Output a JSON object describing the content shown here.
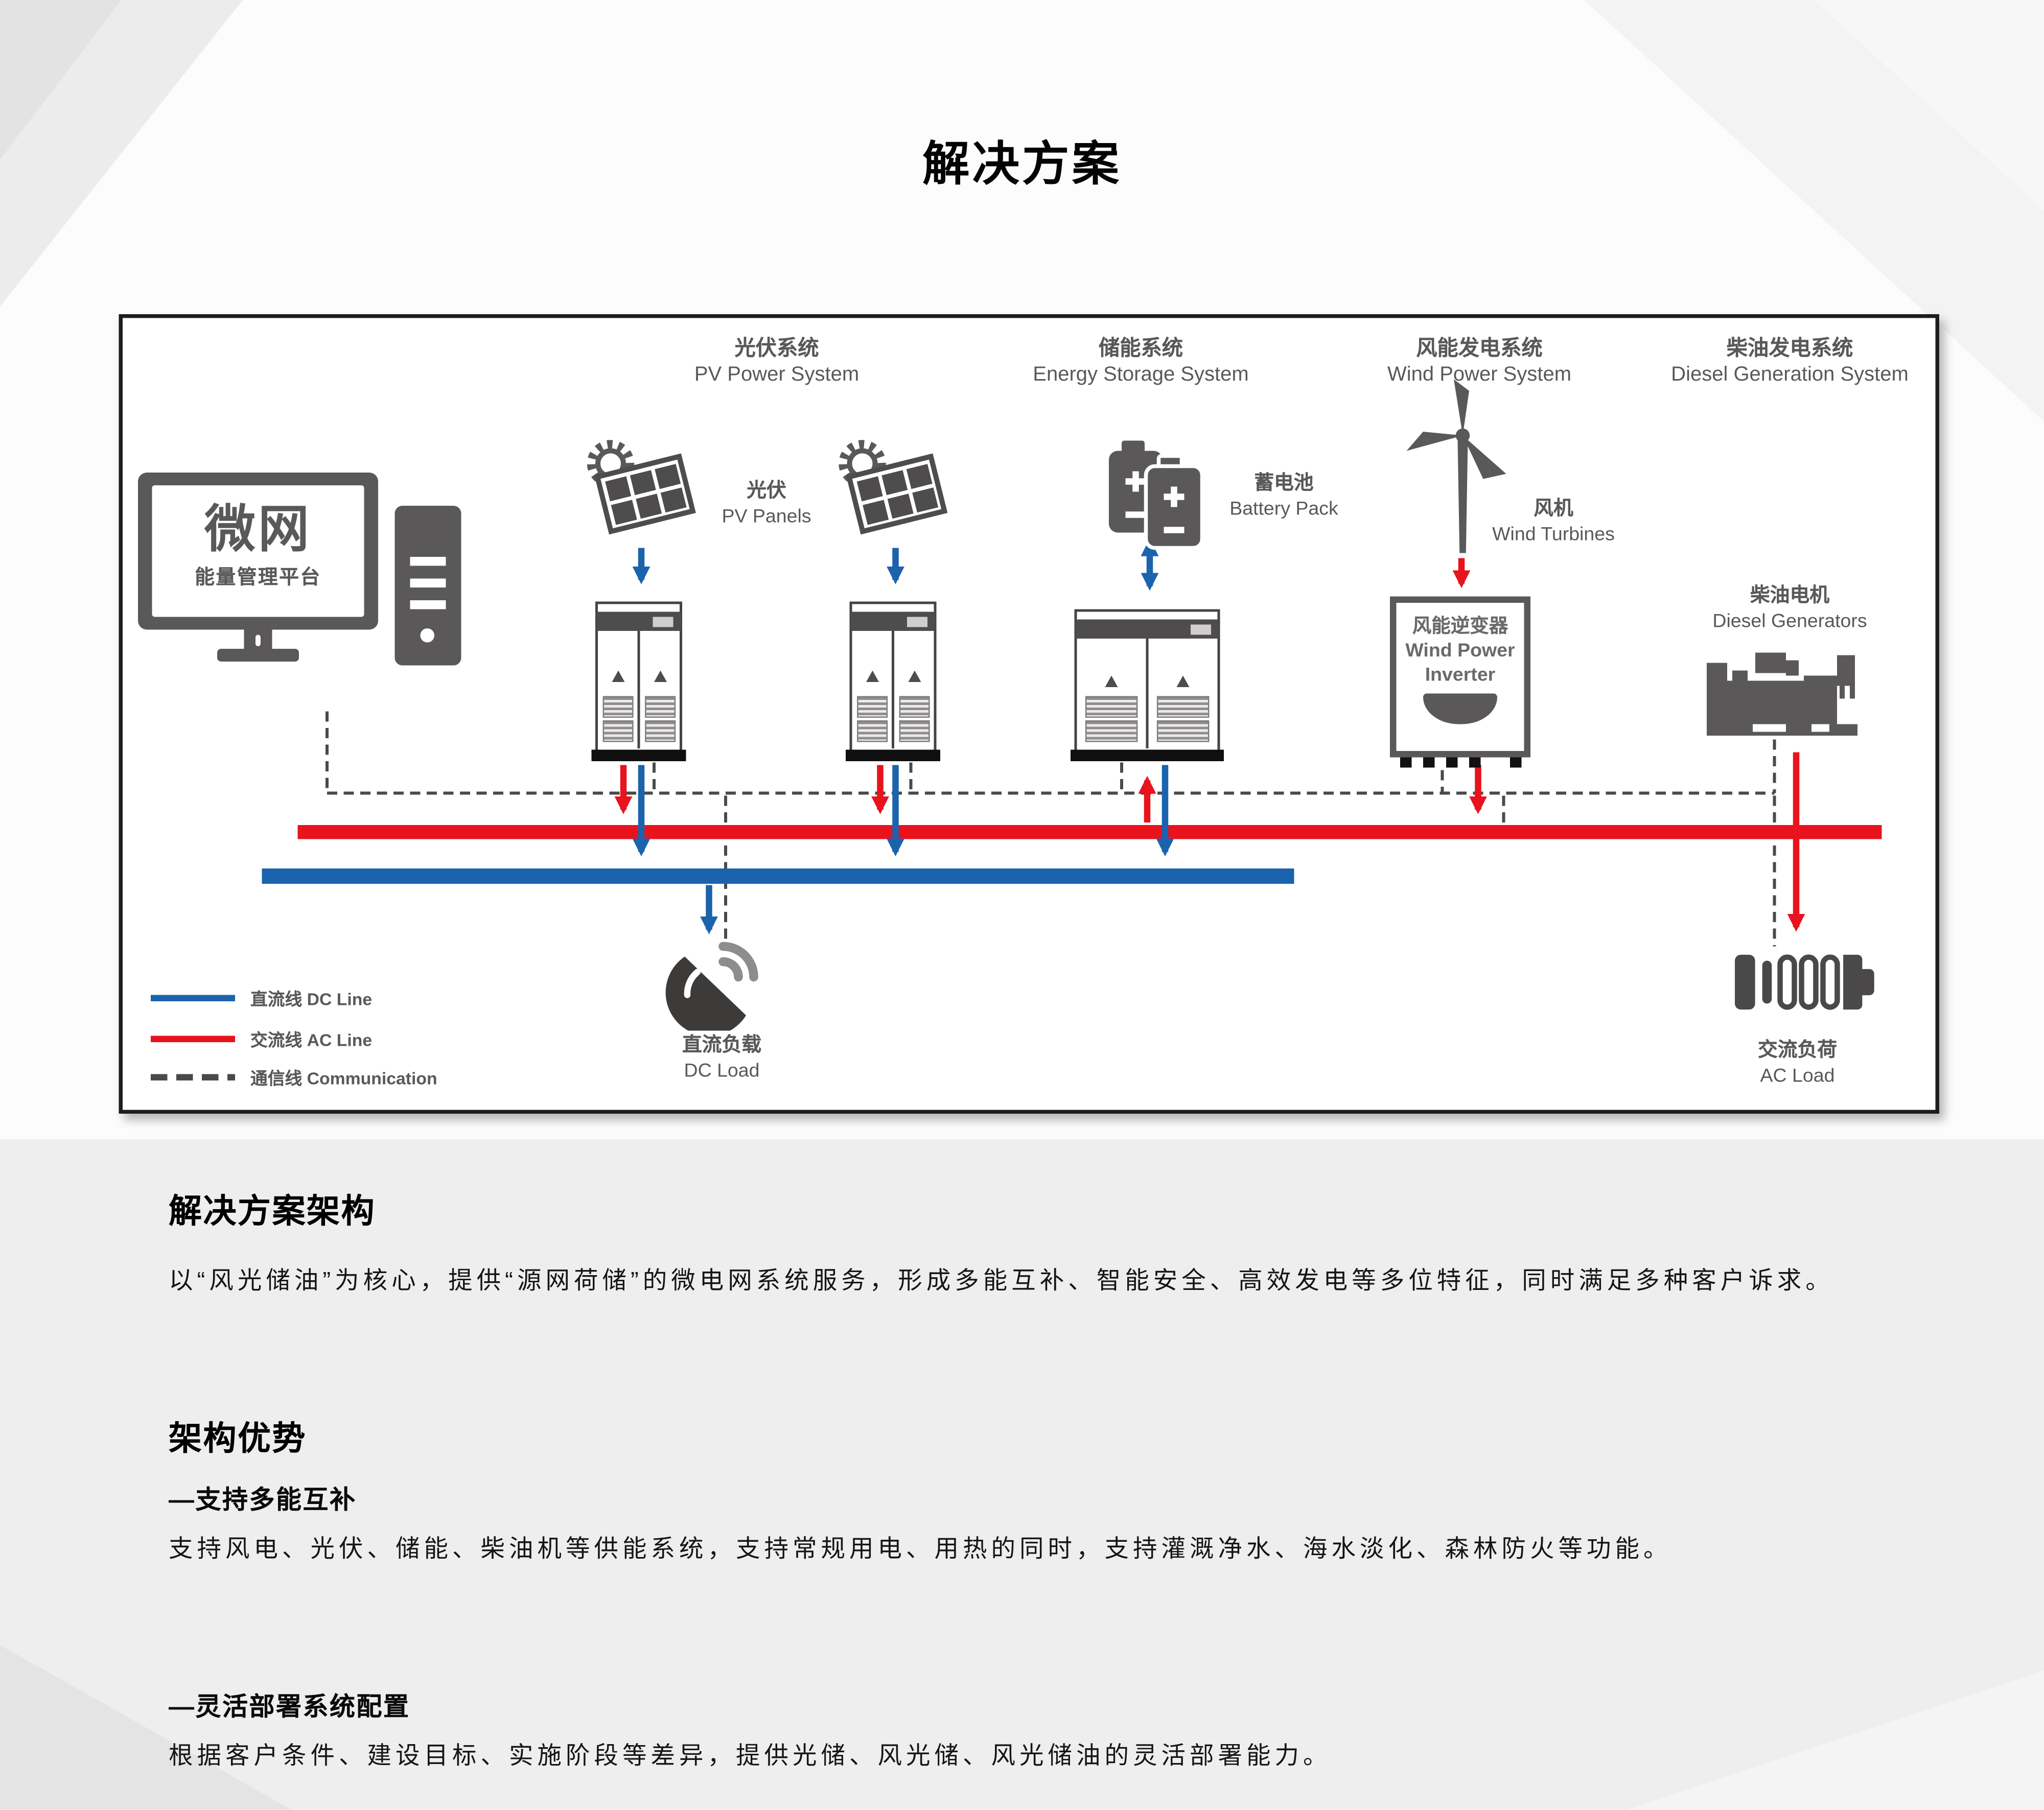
{
  "page": {
    "title": "解决方案"
  },
  "diagram": {
    "systems": [
      {
        "zh": "光伏系统",
        "en": "PV Power System"
      },
      {
        "zh": "储能系统",
        "en": "Energy Storage System"
      },
      {
        "zh": "风能发电系统",
        "en": "Wind Power System"
      },
      {
        "zh": "柴油发电系统",
        "en": "Diesel Generation System"
      }
    ],
    "ems": {
      "title": "微网",
      "subtitle": "能量管理平台"
    },
    "pv": {
      "zh": "光伏",
      "en": "PV Panels"
    },
    "battery": {
      "zh": "蓄电池",
      "en": "Battery Pack"
    },
    "turbine": {
      "zh": "风机",
      "en": "Wind Turbines"
    },
    "wind_inverter": {
      "zh": "风能逆变器",
      "en_line1": "Wind Power",
      "en_line2": "Inverter"
    },
    "diesel": {
      "zh": "柴油电机",
      "en": "Diesel Generators"
    },
    "dc_load": {
      "zh": "直流负载",
      "en": "DC Load"
    },
    "ac_load": {
      "zh": "交流负荷",
      "en": "AC Load"
    },
    "legend": {
      "dc": "直流线 DC Line",
      "ac": "交流线 AC Line",
      "comm": "通信线 Communication"
    },
    "colors": {
      "dc_line": "#1b63ad",
      "ac_line": "#e8131d",
      "comm_line": "#4a4a4a",
      "icon_gray": "#595757"
    }
  },
  "sections": {
    "architecture": {
      "heading": "解决方案架构",
      "body": "以“风光储油”为核心，提供“源网荷储”的微电网系统服务，形成多能互补、智能安全、高效发电等多位特征，同时满足多种客户诉求。"
    },
    "advantages": {
      "heading": "架构优势",
      "items": [
        {
          "subheading": "—支持多能互补",
          "body": "支持风电、光伏、储能、柴油机等供能系统，支持常规用电、用热的同时，支持灌溉净水、海水淡化、森林防火等功能。"
        },
        {
          "subheading": "—灵活部署系统配置",
          "body": "根据客户条件、建设目标、实施阶段等差异，提供光储、风光储、风光储油的灵活部署能力。"
        }
      ]
    }
  }
}
